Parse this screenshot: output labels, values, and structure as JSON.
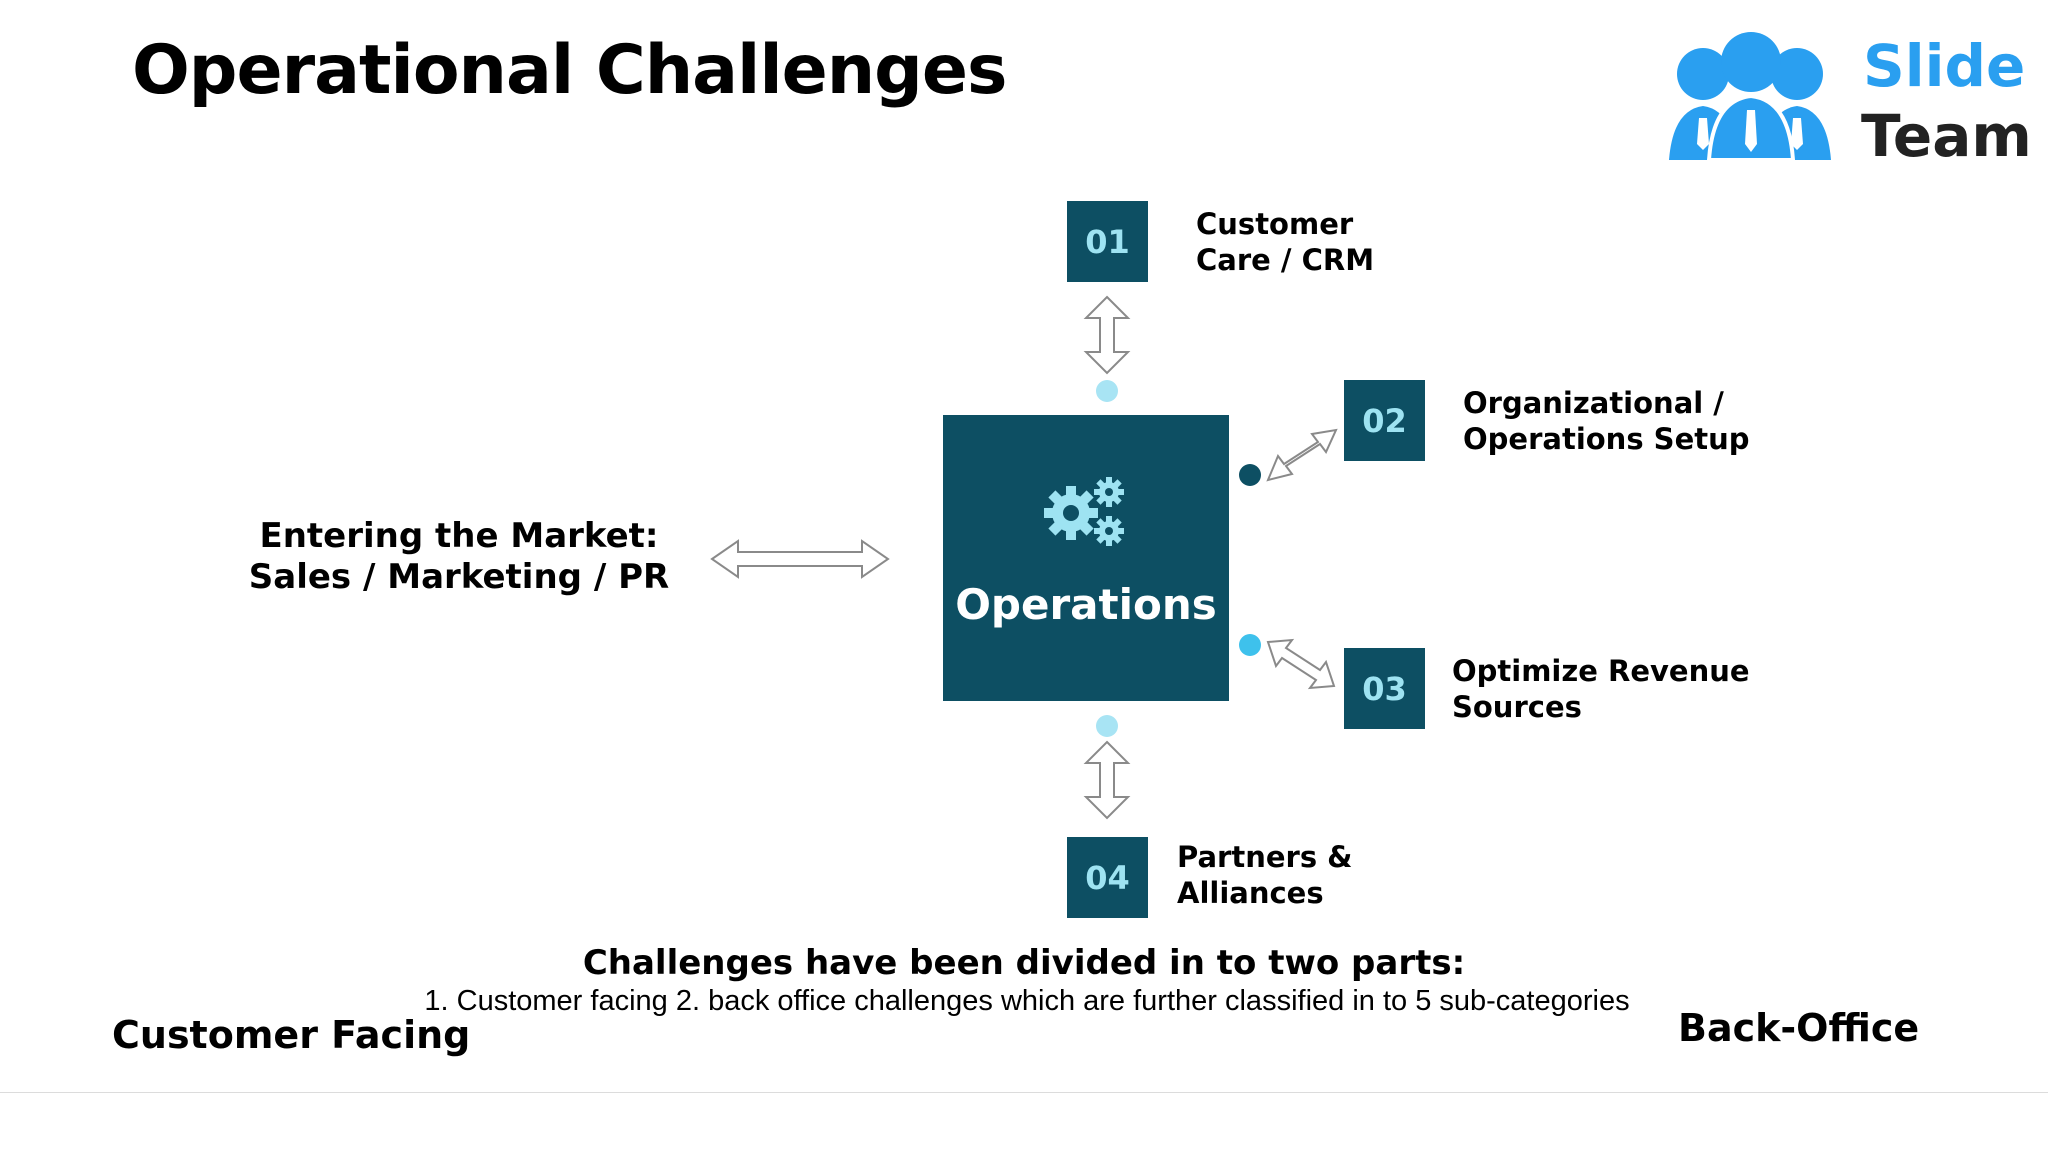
{
  "title": "Operational Challenges",
  "logo": {
    "line1": "Slide",
    "line2": "Team"
  },
  "center": {
    "label": "Operations"
  },
  "items": [
    {
      "num": "01",
      "line1": "Customer",
      "line2": "Care / CRM"
    },
    {
      "num": "02",
      "line1": "Organizational /",
      "line2": "Operations Setup"
    },
    {
      "num": "03",
      "line1": "Optimize Revenue",
      "line2": "Sources"
    },
    {
      "num": "04",
      "line1": "Partners &",
      "line2": "Alliances"
    }
  ],
  "market": {
    "line1": "Entering the Market:",
    "line2": "Sales / Marketing / PR"
  },
  "summary": {
    "heading": "Challenges have been divided in to two parts:",
    "body": "1. Customer facing 2. back office challenges which are further classified in to 5 sub-categories"
  },
  "footer": {
    "left": "Customer Facing",
    "right": "Back-Office"
  },
  "colors": {
    "box": "#0d4f63",
    "number": "#9ee3f2",
    "dot_light": "#a8e4f4",
    "dot_dark": "#0d4f63",
    "dot_mid": "#3ec1ec",
    "logo_blue": "#2a9ff0"
  }
}
